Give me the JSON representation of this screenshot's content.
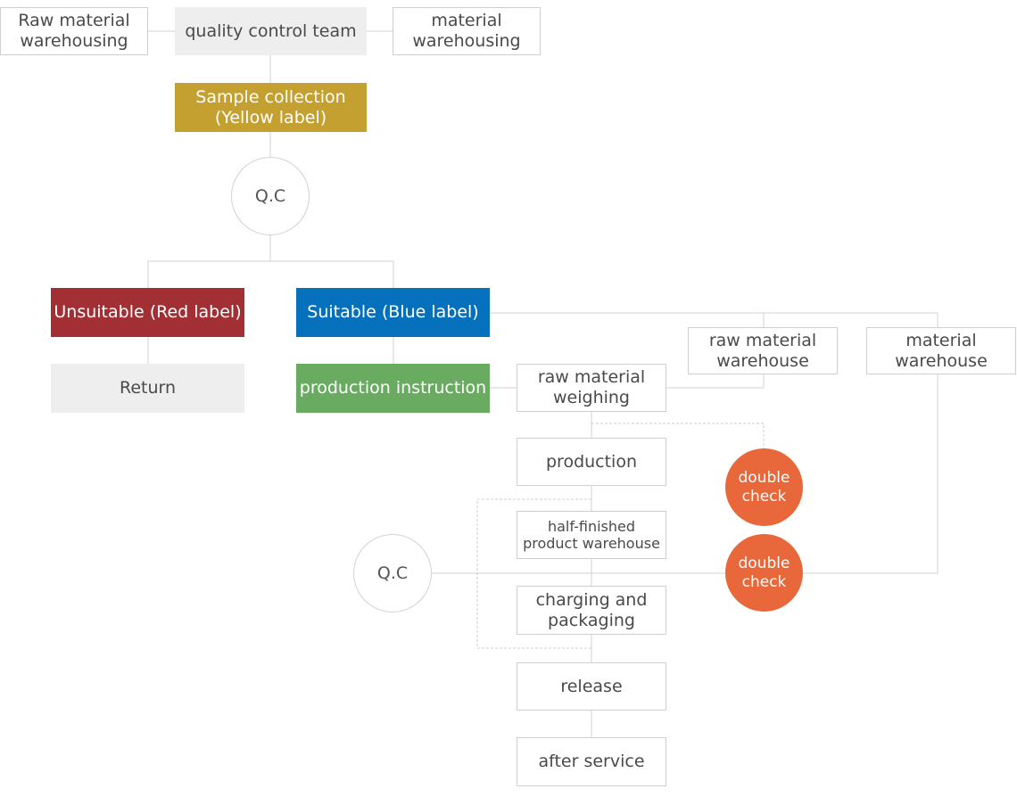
{
  "diagram": {
    "colors": {
      "sample_collection": "#c4a030",
      "unsuitable": "#a22f33",
      "suitable": "#0571bd",
      "production_instruction": "#69ab61",
      "double_check": "#e8683c",
      "gray_box": "#eeeeee",
      "line": "#d0d0d0"
    },
    "nodes": {
      "raw_material_warehousing": "Raw material\nwarehousing",
      "quality_control_team": "quality control team",
      "material_warehousing": "material\nwarehousing",
      "sample_collection": "Sample collection\n(Yellow label)",
      "qc_top": "Q.C",
      "unsuitable": "Unsuitable (Red label)",
      "suitable": "Suitable (Blue label)",
      "return": "Return",
      "production_instruction": "production instruction",
      "raw_material_weighing": "raw material\nweighing",
      "raw_material_warehouse": "raw material\nwarehouse",
      "material_warehouse": "material\nwarehouse",
      "production": "production",
      "double_check_1": "double\ncheck",
      "half_finished_warehouse": "half-finished\nproduct warehouse",
      "qc_bottom": "Q.C",
      "double_check_2": "double\ncheck",
      "charging_packaging": "charging  and\npackaging",
      "release": "release",
      "after_service": "after service"
    }
  }
}
